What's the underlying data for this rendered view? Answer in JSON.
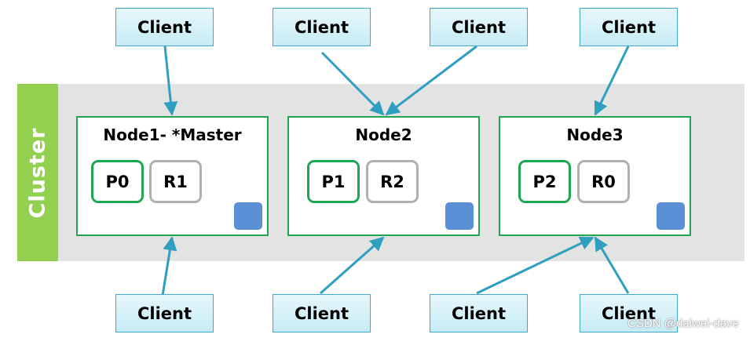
{
  "cluster": {
    "label": "Cluster"
  },
  "nodes": [
    {
      "title": "Node1- *Master",
      "primary": "P0",
      "replica": "R1"
    },
    {
      "title": "Node2",
      "primary": "P1",
      "replica": "R2"
    },
    {
      "title": "Node3",
      "primary": "P2",
      "replica": "R0"
    }
  ],
  "clients": {
    "top": [
      "Client",
      "Client",
      "Client",
      "Client"
    ],
    "bottom": [
      "Client",
      "Client",
      "Client",
      "Client"
    ]
  },
  "watermark": "CSDN @daiwei-dave",
  "colors": {
    "cluster_band": "#e3e3e3",
    "cluster_bar": "#92d050",
    "node_border": "#1ea650",
    "replica_border": "#b0b0b0",
    "node_marker": "#5b8fd6",
    "client_fill": "#d6f1f8",
    "arrow": "#2f9fc0"
  }
}
